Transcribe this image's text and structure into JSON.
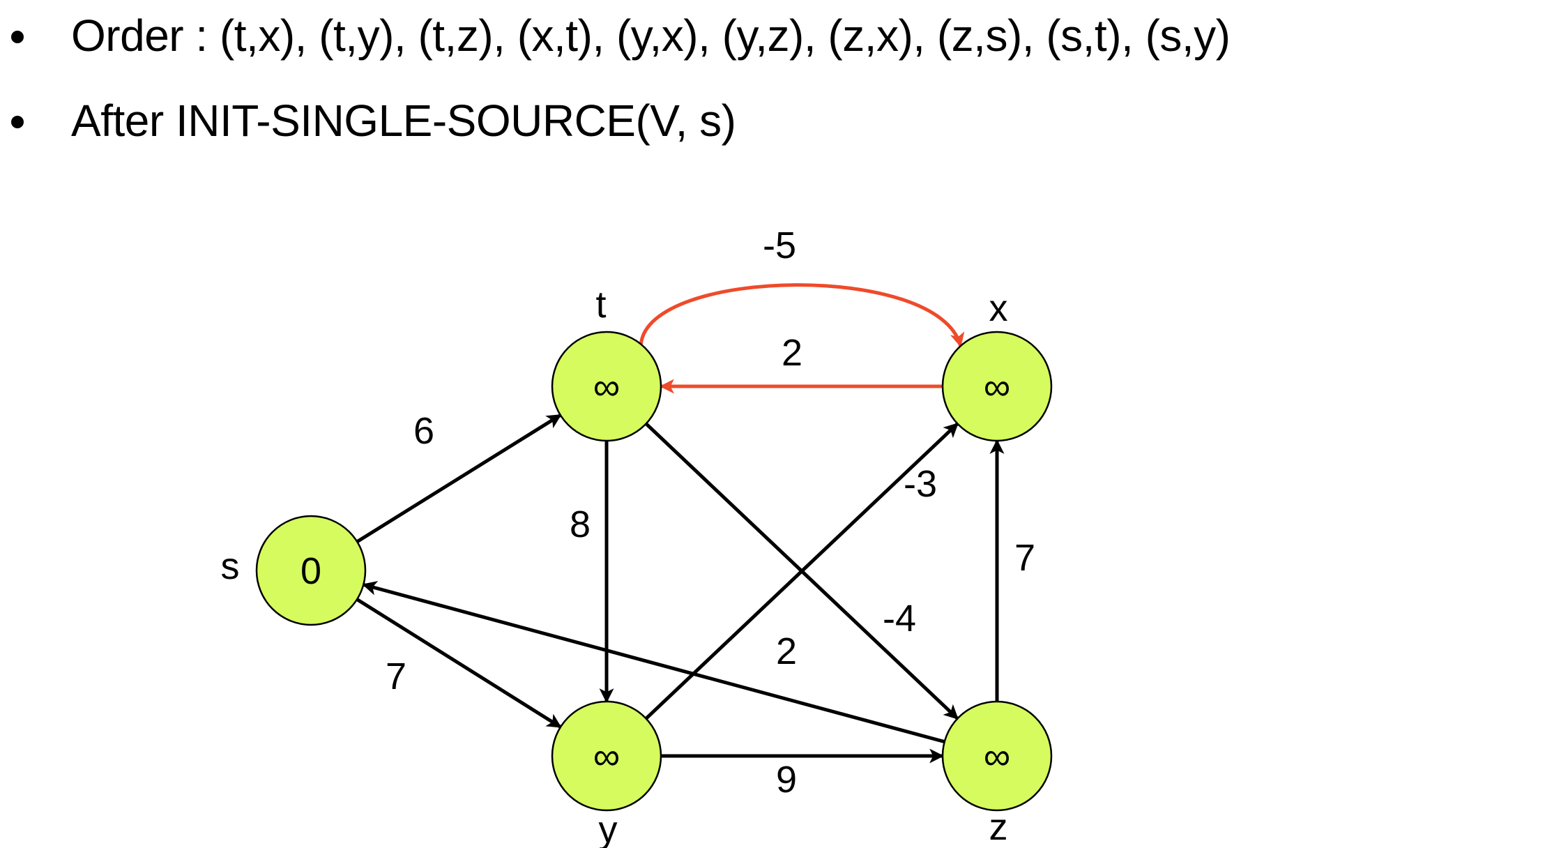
{
  "bullets": [
    {
      "text": "Order : (t,x), (t,y), (t,z), (x,t), (y,x), (y,z), (z,x), (z,s), (s,t), (s,y)"
    },
    {
      "text": "After INIT-SINGLE-SOURCE(V, s)"
    }
  ],
  "colors": {
    "node_fill": "#d6fb5e",
    "node_stroke": "#000000",
    "edge_default": "#000000",
    "edge_highlight": "#ee4b2b"
  },
  "graph": {
    "nodes": [
      {
        "id": "s",
        "label": "s",
        "value": "0"
      },
      {
        "id": "t",
        "label": "t",
        "value": "∞"
      },
      {
        "id": "x",
        "label": "x",
        "value": "∞"
      },
      {
        "id": "y",
        "label": "y",
        "value": "∞"
      },
      {
        "id": "z",
        "label": "z",
        "value": "∞"
      }
    ],
    "edges": [
      {
        "from": "s",
        "to": "t",
        "weight": "6",
        "highlight": false
      },
      {
        "from": "s",
        "to": "y",
        "weight": "7",
        "highlight": false
      },
      {
        "from": "t",
        "to": "x",
        "weight": "-5",
        "highlight": true
      },
      {
        "from": "x",
        "to": "t",
        "weight": "2",
        "highlight": true
      },
      {
        "from": "t",
        "to": "y",
        "weight": "8",
        "highlight": false
      },
      {
        "from": "t",
        "to": "z",
        "weight": "-4",
        "highlight": false
      },
      {
        "from": "y",
        "to": "x",
        "weight": "-3",
        "highlight": false
      },
      {
        "from": "y",
        "to": "z",
        "weight": "9",
        "highlight": false
      },
      {
        "from": "z",
        "to": "x",
        "weight": "7",
        "highlight": false
      },
      {
        "from": "z",
        "to": "s",
        "weight": "2",
        "highlight": false
      }
    ]
  }
}
